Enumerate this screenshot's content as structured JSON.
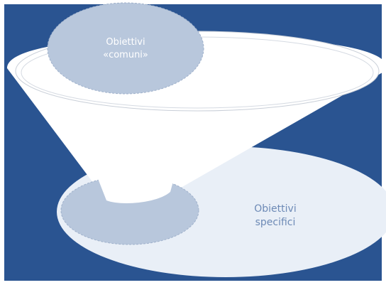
{
  "diagram": {
    "common_objectives": {
      "line1": "Obiettivi",
      "line2": "«comuni»"
    },
    "specific_objectives": {
      "line1": "Obiettivi",
      "line2": "specifici"
    }
  },
  "colors": {
    "background": "#2a5491",
    "funnel": "#ffffff",
    "common_circle": "#b8c7dc",
    "specific_ellipse": "#e9eff7",
    "bottom_circle": "#b8c7dc",
    "ellipse_text": "#6d8ab6",
    "circle_text": "#ffffff"
  }
}
